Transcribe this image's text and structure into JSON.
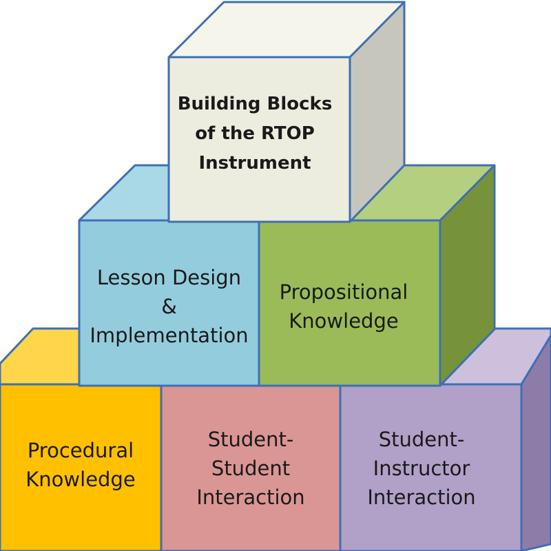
{
  "diagram": {
    "colors": {
      "outline": "#3f6fb3",
      "yellow": "#ffc000",
      "pink": "#da9694",
      "purple": "#b1a0c7",
      "blue": "#93cddd",
      "green": "#9bbb59",
      "top": "#ededdf"
    },
    "blocks": [
      {
        "id": "procedural",
        "lines": [
          "Procedural",
          "Knowledge"
        ]
      },
      {
        "id": "student-student",
        "lines": [
          "Student-",
          "Student",
          "Interaction"
        ]
      },
      {
        "id": "student-instructor",
        "lines": [
          "Student-",
          "Instructor",
          "Interaction"
        ]
      },
      {
        "id": "lesson-design",
        "lines": [
          "Lesson Design",
          "&",
          "Implementation"
        ]
      },
      {
        "id": "propositional",
        "lines": [
          "Propositional",
          "Knowledge"
        ]
      },
      {
        "id": "building-blocks",
        "lines": [
          "Building Blocks",
          "of the RTOP",
          "Instrument"
        ]
      }
    ]
  }
}
